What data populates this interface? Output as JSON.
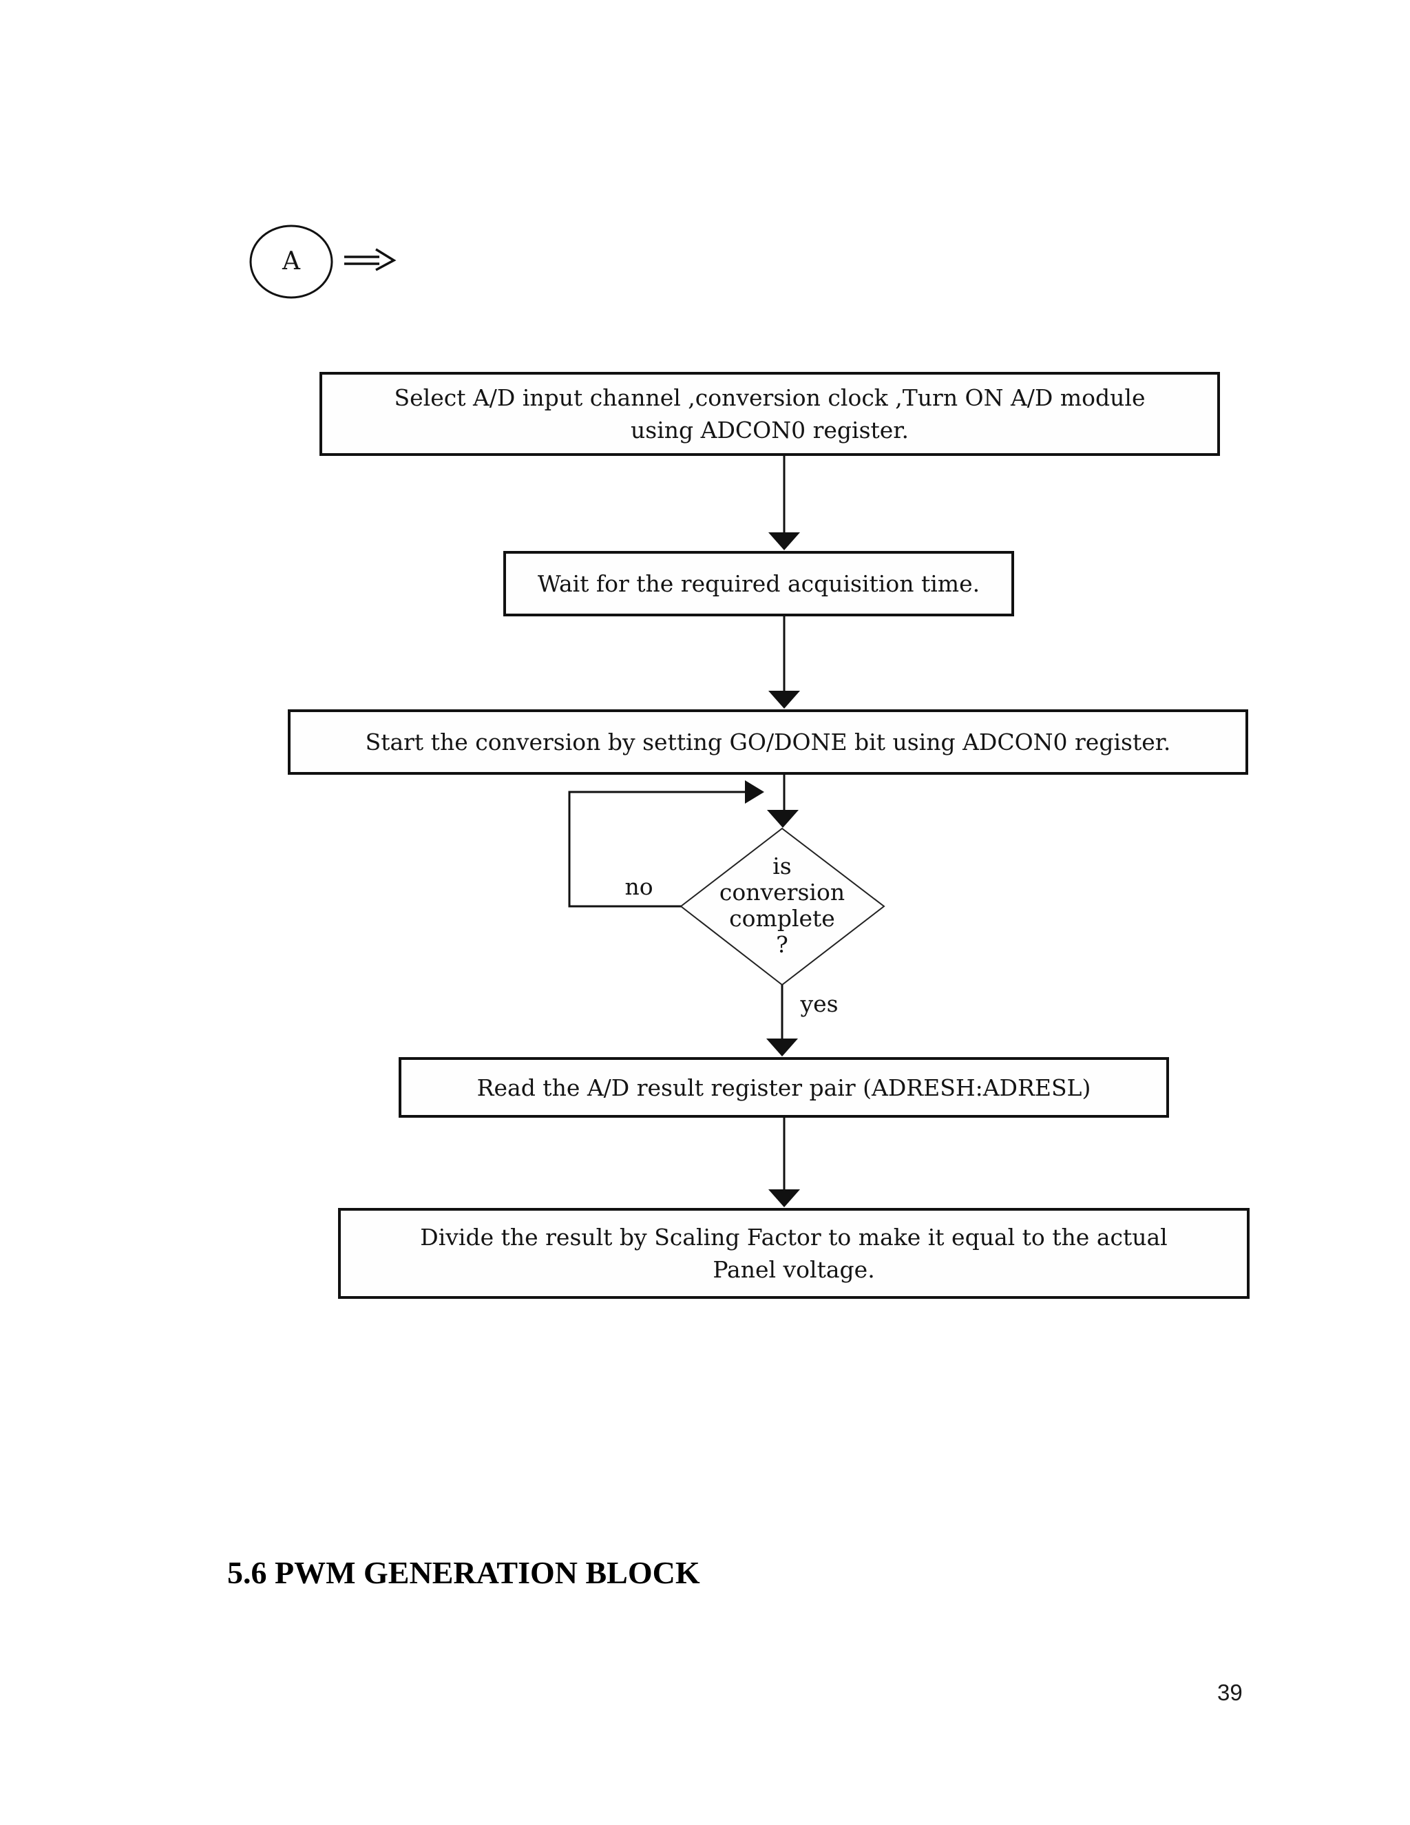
{
  "page": {
    "number": "39"
  },
  "heading": {
    "text": "5.6 PWM GENERATION BLOCK"
  },
  "flowchart": {
    "connector_label": "A",
    "steps": {
      "step1": {
        "lines": [
          "Select A/D input channel ,conversion clock ,Turn ON A/D module",
          "using ADCON0 register."
        ]
      },
      "step2": {
        "text": "Wait for the required acquisition time."
      },
      "step3": {
        "text": "Start the conversion by setting GO/DONE bit using ADCON0 register."
      },
      "decision": {
        "lines": [
          "is",
          "conversion",
          "complete",
          "?"
        ]
      },
      "step4": {
        "text": "Read the A/D result register pair (ADRESH:ADRESL)"
      },
      "step5": {
        "lines": [
          "Divide the result by Scaling Factor to make it equal to the actual",
          "Panel voltage."
        ]
      }
    },
    "labels": {
      "no": "no",
      "yes": "yes"
    }
  },
  "colors": {
    "ink": "#111111",
    "background": "#ffffff"
  }
}
